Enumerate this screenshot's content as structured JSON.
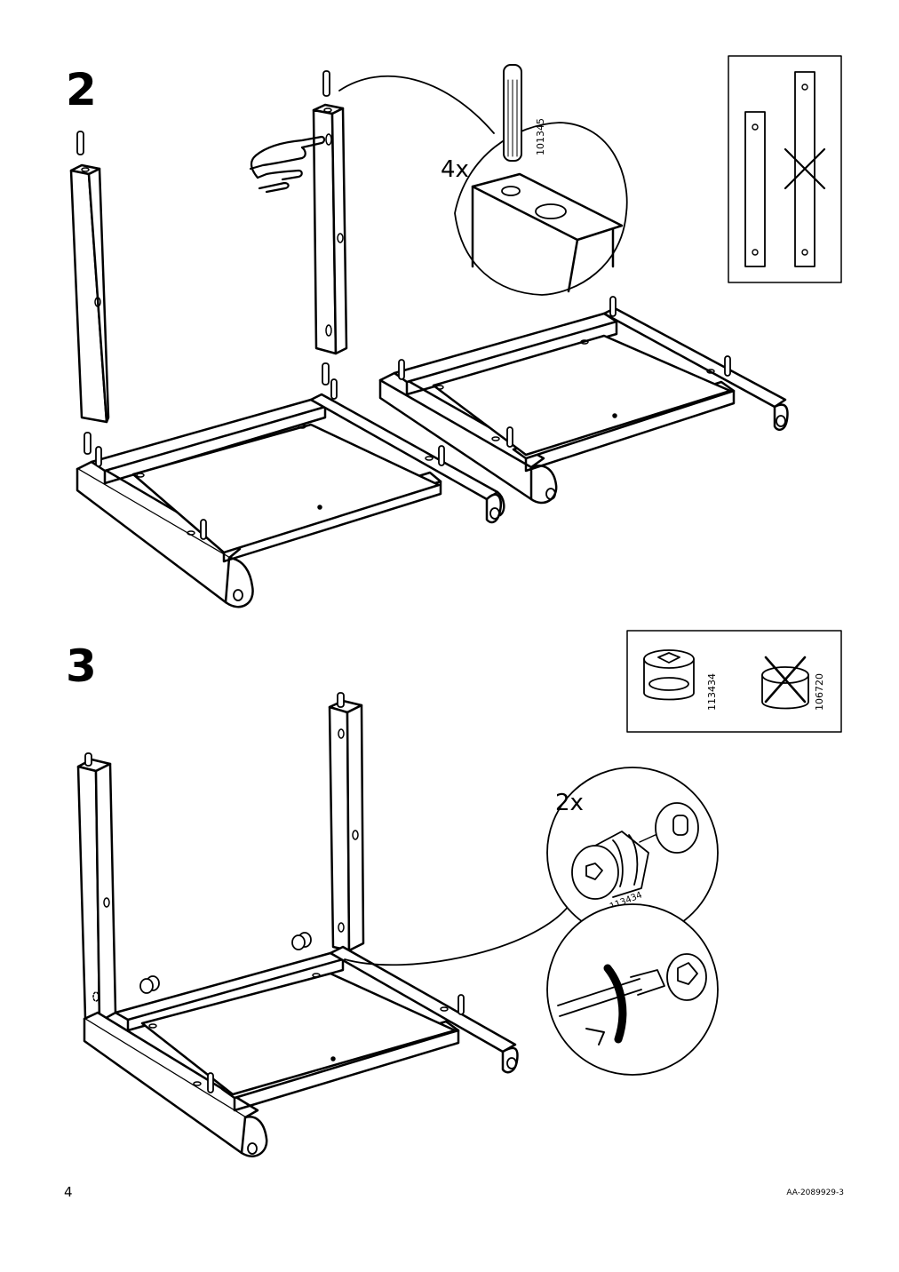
{
  "steps": [
    {
      "number": "2",
      "detail_quantity": "4x",
      "part_number": "101345"
    },
    {
      "number": "3",
      "detail_quantity": "2x",
      "part_number": "113434",
      "ref_correct_part": "113434",
      "ref_wrong_part": "106720"
    }
  ],
  "footer": {
    "page_number": "4",
    "doc_code": "AA-2089929-3"
  }
}
